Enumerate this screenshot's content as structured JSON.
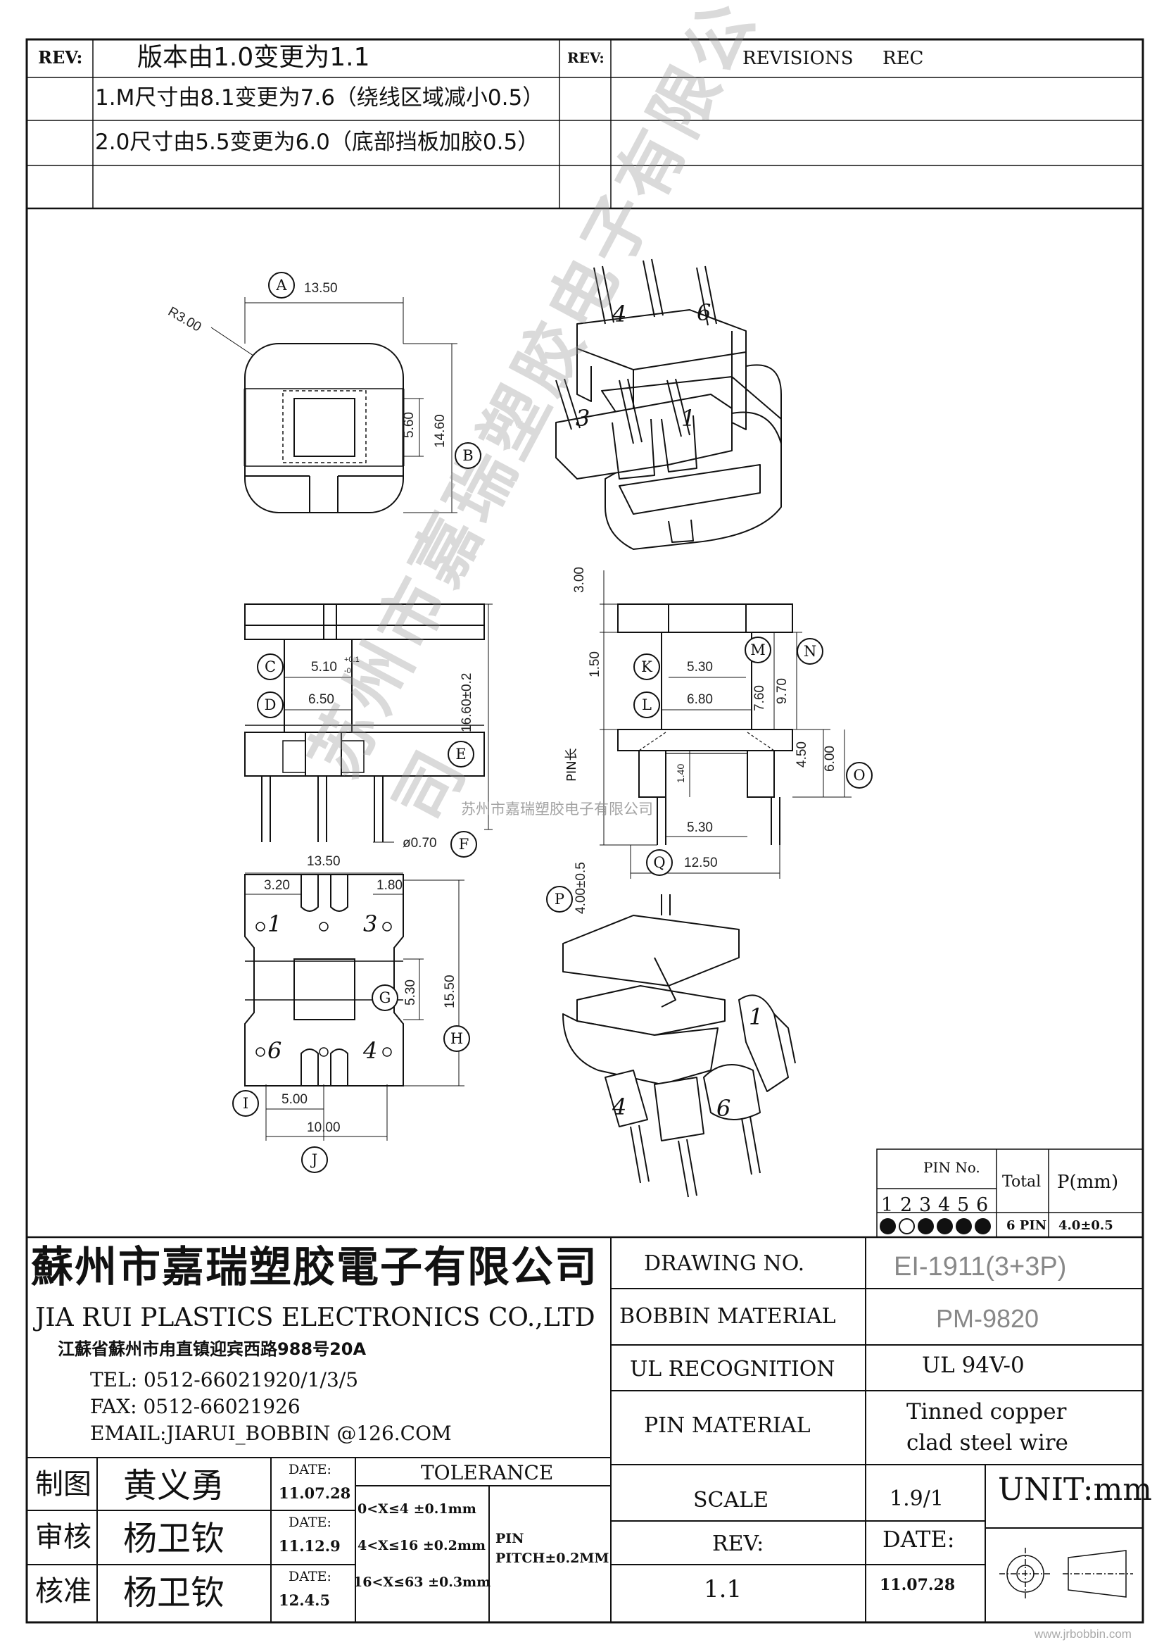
{
  "revision_table": {
    "rev_label": "REV:",
    "rev_note": "版本由1.0变更为1.1",
    "rev_label_right": "REV:",
    "revisions_label": "REVISIONS",
    "rec_label": "REC",
    "changes": [
      "1.M尺寸由8.1变更为7.6（绕线区域减小0.5）",
      "2.0尺寸由5.5变更为6.0（底部挡板加胶0.5）"
    ]
  },
  "top_view": {
    "label_a": "A",
    "width": "13.50",
    "radius": "R3.00",
    "window": "5.60",
    "height": "14.60",
    "label_b": "B"
  },
  "front_view": {
    "label_c": "C",
    "dim_c": "5.10",
    "tol_plus": "+0.1",
    "tol_minus": "-0",
    "label_d": "D",
    "dim_d": "6.50",
    "height_e": "16.60±0.2",
    "label_e": "E",
    "pin_dia": "ø0.70",
    "label_f": "F"
  },
  "side_view": {
    "dim_top": "3.00",
    "dim_flange": "1.50",
    "label_k": "K",
    "dim_k": "5.30",
    "label_l": "L",
    "dim_l": "6.80",
    "label_m": "M",
    "dim_m": "7.60",
    "label_n": "N",
    "dim_n": "9.70",
    "pin_len_label": "PIN长",
    "dim_140": "1.40",
    "dim_450": "4.50",
    "dim_600": "6.00",
    "label_o": "O",
    "dim_530": "5.30",
    "label_q": "Q",
    "dim_1250": "12.50",
    "label_p": "P",
    "dim_p": "4.00±0.5"
  },
  "bottom_view": {
    "width": "13.50",
    "dim_left": "3.20",
    "dim_right": "1.80",
    "pins": [
      "1",
      "3",
      "6",
      "4"
    ],
    "label_g": "G",
    "dim_g": "5.30",
    "dim_h": "15.50",
    "label_h": "H",
    "label_i": "I",
    "dim_i": "5.00",
    "dim_j": "10.00",
    "label_j": "J"
  },
  "iso_pins_top": [
    "4",
    "6",
    "3",
    "1"
  ],
  "iso_pins_bottom": [
    "1",
    "4",
    "6"
  ],
  "watermark_text": "苏州市嘉瑞塑胶电子有限公司",
  "pin_table": {
    "title": "PIN No.",
    "numbers": [
      "1",
      "2",
      "3",
      "4",
      "5",
      "6"
    ],
    "filled": [
      true,
      false,
      true,
      true,
      true,
      true
    ],
    "total_label": "Total",
    "total_value": "6 PIN",
    "p_label": "P(mm)",
    "p_value": "4.0±0.5"
  },
  "company": {
    "name_cn": "蘇州市嘉瑞塑胶電子有限公司",
    "name_en": "JIA RUI PLASTICS ELECTRONICS CO.,LTD",
    "address": "江蘇省蘇州市甪直镇迎宾西路988号20A",
    "tel": "TEL: 0512-66021920/1/3/5",
    "fax": "FAX: 0512-66021926",
    "email": "EMAIL:JIARUI_BOBBIN @126.COM"
  },
  "title_block": {
    "drawing_no_label": "DRAWING  NO.",
    "drawing_no": "EI-1911(3+3P)",
    "bobbin_material_label": "BOBBIN  MATERIAL",
    "bobbin_material": "PM-9820",
    "ul_label": "UL RECOGNITION",
    "ul_value": "UL 94V-0",
    "pin_material_label": "PIN MATERIAL",
    "pin_material_1": "Tinned copper",
    "pin_material_2": "clad steel wire",
    "scale_label": "SCALE",
    "scale": "1.9/1",
    "unit": "UNIT:mm",
    "rev_label": "REV:",
    "rev_value": "1.1",
    "date_label": "DATE:",
    "date_value": "11.07.28"
  },
  "approvals": [
    {
      "role": "制图",
      "name": "黄义勇",
      "date_label": "DATE:",
      "date": "11.07.28"
    },
    {
      "role": "审核",
      "name": "杨卫钦",
      "date_label": "DATE:",
      "date": "11.12.9"
    },
    {
      "role": "核准",
      "name": "杨卫钦",
      "date_label": "DATE:",
      "date": "12.4.5"
    }
  ],
  "tolerance": {
    "title": "TOLERANCE",
    "rows": [
      "0<X≤4  ±0.1mm",
      "4<X≤16 ±0.2mm",
      "16<X≤63 ±0.3mm"
    ],
    "pin_label": "PIN",
    "pin_pitch": "PITCH±0.2MM"
  },
  "footer_url": "www.jrbobbin.com"
}
